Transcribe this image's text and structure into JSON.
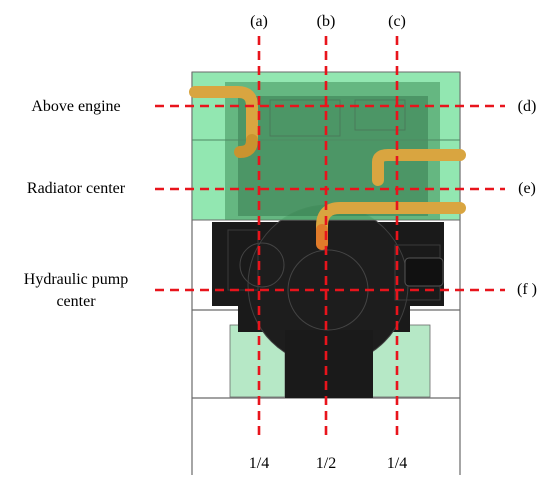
{
  "columns": [
    {
      "letter": "(a)",
      "fraction": "1/4"
    },
    {
      "letter": "(b)",
      "fraction": "1/2"
    },
    {
      "letter": "(c)",
      "fraction": "1/4"
    }
  ],
  "rows": [
    {
      "name": "Above engine",
      "letter": "(d)"
    },
    {
      "name": "Radiator center",
      "letter": "(e)"
    },
    {
      "name": "Hydraulic pump",
      "name2": "center",
      "letter": "(f )"
    }
  ],
  "colors": {
    "section_line": "#e8141c",
    "radiator_fill": "#7fe3a3",
    "engine_body": "#1a1a1a",
    "pipe": "#d9a540",
    "pipe_elbow": "#e07b2a",
    "outline": "#6a6a6a"
  }
}
